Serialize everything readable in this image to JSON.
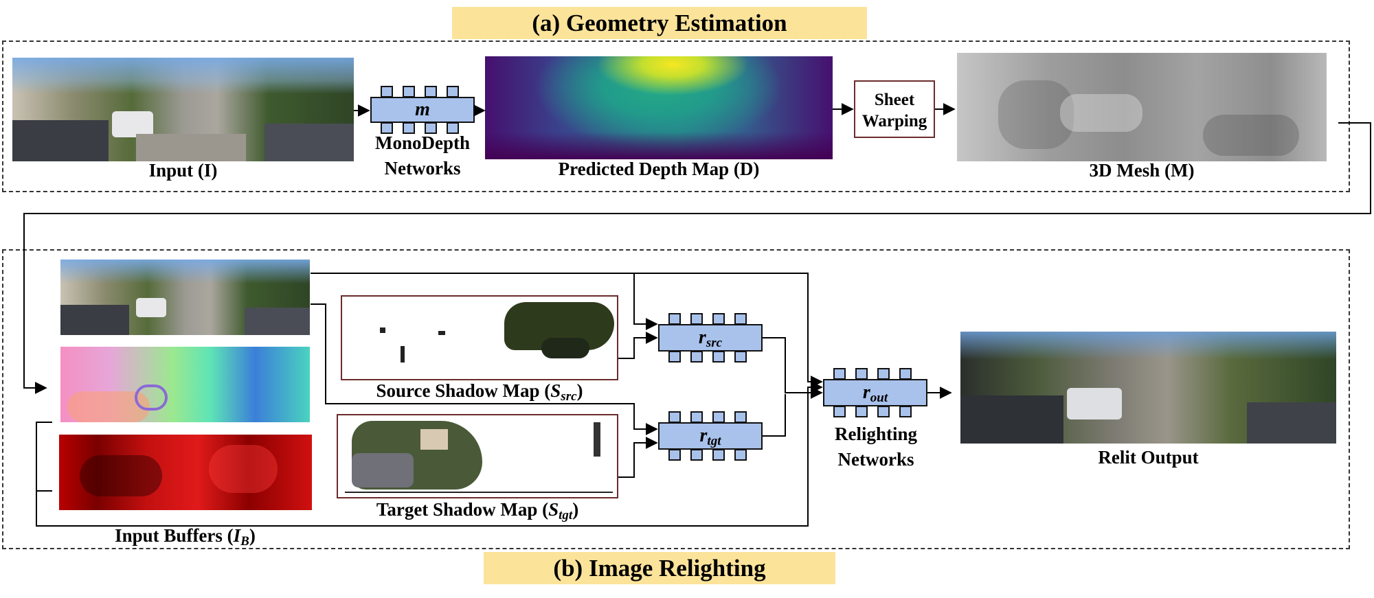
{
  "sections": {
    "geometry_title": "(a) Geometry Estimation",
    "relighting_title": "(b) Image Relighting"
  },
  "geometry": {
    "input_label": "Input (I)",
    "net_symbol": "m",
    "net_label_line1": "MonoDepth",
    "net_label_line2": "Networks",
    "depth_label": "Predicted Depth Map (D)",
    "warp_line1": "Sheet",
    "warp_line2": "Warping",
    "mesh_label": "3D Mesh (M)"
  },
  "relighting": {
    "buffers_label_main": "Input Buffers (",
    "buffers_symbol": "I",
    "buffers_sub": "B",
    "buffers_close": ")",
    "source_label_main": "Source Shadow Map (",
    "source_symbol": "S",
    "source_sub": "src",
    "source_close": ")",
    "target_label_main": "Target Shadow Map (",
    "target_symbol": "S",
    "target_sub": "tgt",
    "target_close": ")",
    "r_symbol": "r",
    "r_src_sub": "src",
    "r_tgt_sub": "tgt",
    "r_out_sub": "out",
    "relight_line1": "Relighting",
    "relight_line2": "Networks",
    "output_label": "Relit Output"
  },
  "colors": {
    "banner": "#fbe39a",
    "network_fill": "#a9c2ec",
    "frame_border": "#6b2b2b"
  }
}
